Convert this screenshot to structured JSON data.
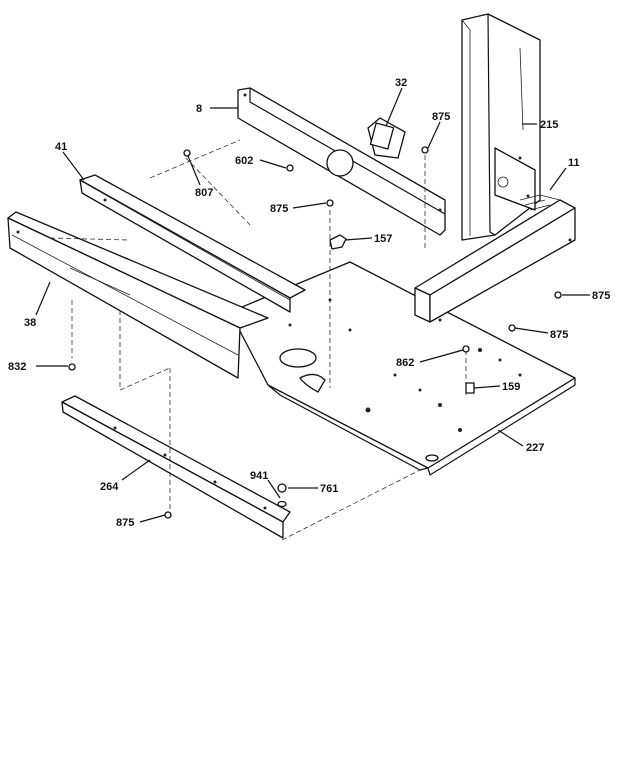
{
  "diagram": {
    "callouts": {
      "c_215": "215",
      "c_32": "32",
      "c_8": "8",
      "c_875_top": "875",
      "c_11": "11",
      "c_41": "41",
      "c_602": "602",
      "c_807": "807",
      "c_875_mid": "875",
      "c_157": "157",
      "c_875_right": "875",
      "c_38": "38",
      "c_875_right2": "875",
      "c_832": "832",
      "c_862": "862",
      "c_159": "159",
      "c_227": "227",
      "c_941": "941",
      "c_761": "761",
      "c_264": "264",
      "c_875_bottom": "875"
    }
  }
}
